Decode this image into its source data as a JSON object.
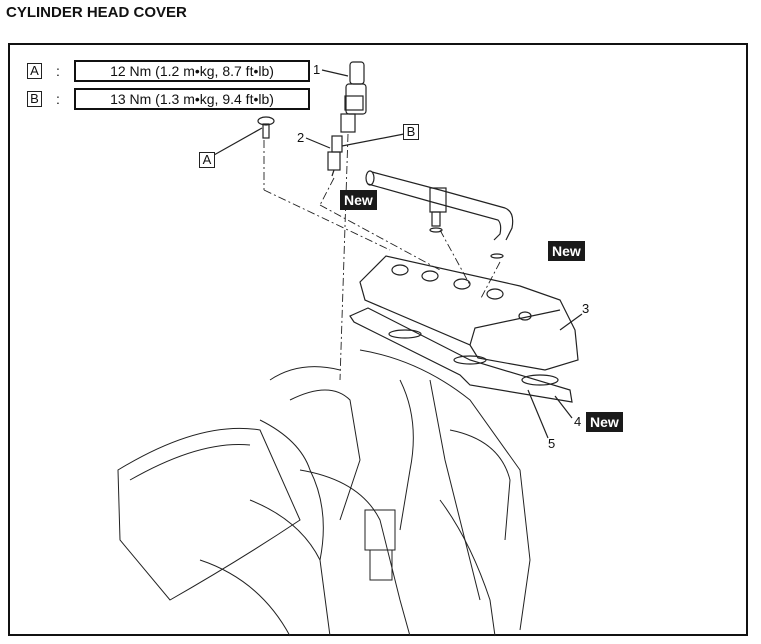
{
  "title": "CYLINDER HEAD COVER",
  "torque": [
    {
      "letter": "A",
      "sep": ":",
      "value": "12 Nm (1.2 m•kg, 8.7 ft•lb)"
    },
    {
      "letter": "B",
      "sep": ":",
      "value": "13 Nm (1.3 m•kg, 9.4 ft•lb)"
    }
  ],
  "callouts": {
    "c1": "1",
    "c2": "2",
    "c3": "3",
    "c4": "4",
    "c5": "5",
    "a": "A",
    "b": "B"
  },
  "new_badges": [
    "New",
    "New",
    "New"
  ]
}
